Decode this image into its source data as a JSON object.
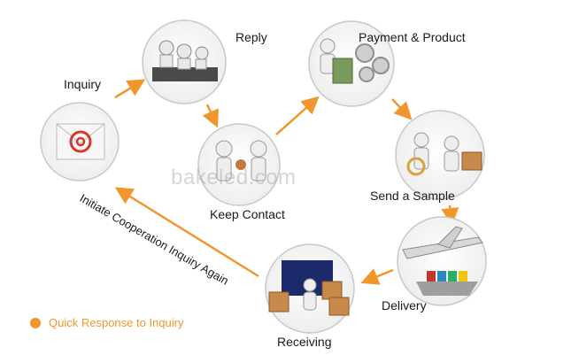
{
  "steps": [
    {
      "label": "Inquiry",
      "icon": "email-envelope-icon"
    },
    {
      "label": "Reply",
      "icon": "call-center-icon"
    },
    {
      "label": "Keep Contact",
      "icon": "handshake-icon"
    },
    {
      "label": "Payment & Product",
      "icon": "money-gears-icon"
    },
    {
      "label": "Send a Sample",
      "icon": "sample-trolley-icon"
    },
    {
      "label": "Delivery",
      "icon": "airplane-ship-icon"
    },
    {
      "label": "Receiving",
      "icon": "container-boxes-icon"
    }
  ],
  "loop_label": "Initiate Cooperation Inquiry Again",
  "legend": "Quick Response to Inquiry",
  "watermark": "bakeled.com",
  "colors": {
    "arrow": "#f0962a",
    "circle_border": "#c8c8c8"
  }
}
